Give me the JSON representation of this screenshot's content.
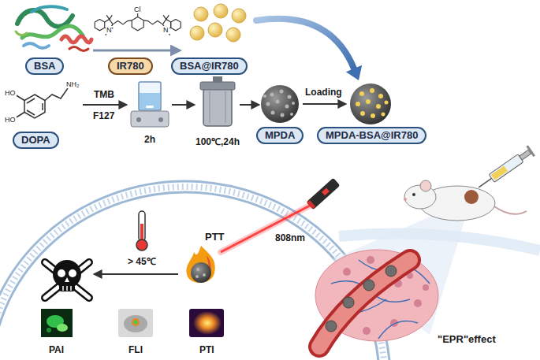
{
  "diagram": {
    "nodes": [
      {
        "text": [
          "BSA"
        ]
      },
      {
        "text": [
          "IR780"
        ]
      },
      {
        "text": [
          "BSA@IR780"
        ]
      },
      {
        "text": [
          "DOPA"
        ]
      },
      {
        "text": [
          "MPDA"
        ]
      },
      {
        "text": [
          "MPDA-BSA@IR780"
        ]
      }
    ],
    "labels": [
      "Cl",
      "N⁺",
      "N",
      "HO",
      "HO",
      "NH₂",
      "TMB",
      "F127",
      "2h",
      "100℃,24h",
      "Loading",
      "808nm",
      "PTT",
      "> 45℃",
      "PAI",
      "FLI",
      "PTI",
      "\"EPR\"effect"
    ]
  }
}
